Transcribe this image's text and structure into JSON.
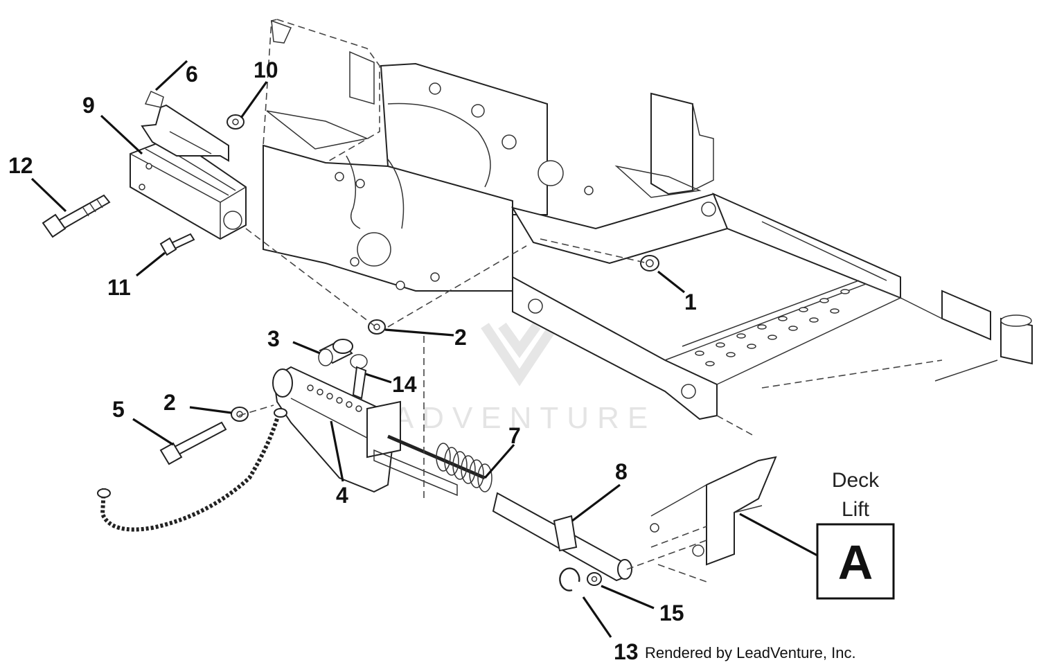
{
  "callouts": {
    "c1": "1",
    "c2a": "2",
    "c2b": "2",
    "c3": "3",
    "c4": "4",
    "c5": "5",
    "c6": "6",
    "c7": "7",
    "c8": "8",
    "c9": "9",
    "c10": "10",
    "c11": "11",
    "c12": "12",
    "c13": "13",
    "c14": "14",
    "c15": "15"
  },
  "reference": {
    "line1": "Deck",
    "line2": "Lift",
    "letter": "A"
  },
  "credit": "Rendered by LeadVenture, Inc.",
  "watermark": "LEADVENTURE",
  "icons": {
    "watermark_logo": "leadventure-logo-icon"
  }
}
